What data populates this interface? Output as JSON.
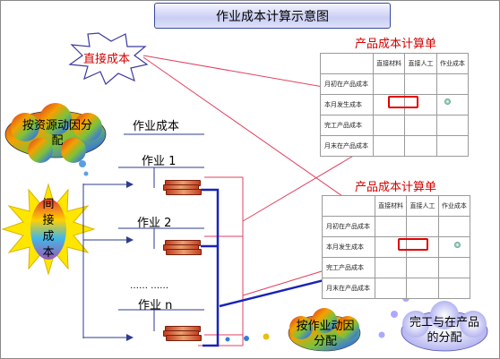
{
  "title": "作业成本计算示意图",
  "direct_cost": "直接成本",
  "resource_driver": "按资源动因分配",
  "indirect_cost": "间接成本",
  "activity_cost": "作业成本",
  "activities": [
    "作业 1",
    "作业 2",
    "作业 n"
  ],
  "ellipsis": "……      ……",
  "activity_driver": "按作业动因分配",
  "allocation": "完工与在产品的分配",
  "cost_sheet": {
    "title": "产品成本计算单",
    "headers": [
      "",
      "直接材料",
      "直接人工",
      "作业成本"
    ],
    "rows": [
      "月初在产品成本",
      "本月发生成本",
      "完工产品成本",
      "月末在产品成本"
    ]
  },
  "colors": {
    "accent_blue": "#1a23b5",
    "red": "#d40000",
    "sun": "#ffe600"
  }
}
